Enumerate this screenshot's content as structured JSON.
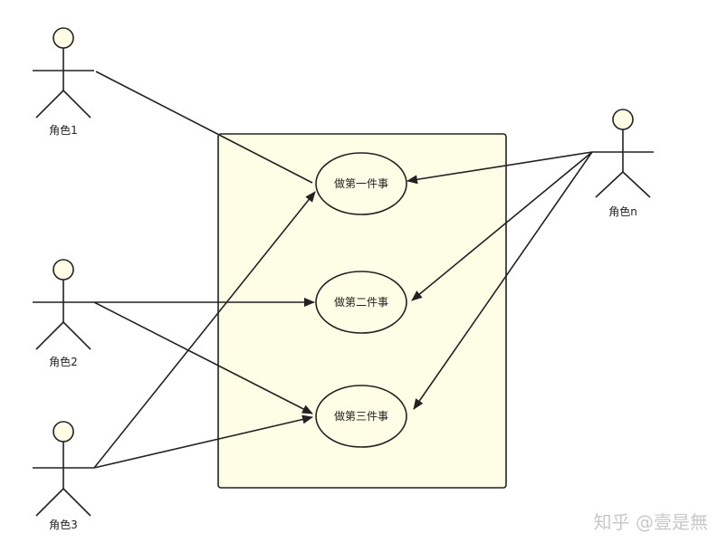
{
  "diagram": {
    "actors": [
      {
        "id": "a1",
        "label": "角色1"
      },
      {
        "id": "a2",
        "label": "角色2"
      },
      {
        "id": "a3",
        "label": "角色3"
      },
      {
        "id": "an",
        "label": "角色n"
      }
    ],
    "use_cases": [
      {
        "id": "u1",
        "label": "做第一件事"
      },
      {
        "id": "u2",
        "label": "做第二件事"
      },
      {
        "id": "u3",
        "label": "做第三件事"
      }
    ],
    "associations": [
      {
        "from": "a1",
        "to": "u1",
        "arrow": false
      },
      {
        "from": "a2",
        "to": "u2",
        "arrow": true
      },
      {
        "from": "a2",
        "to": "u3",
        "arrow": true
      },
      {
        "from": "a3",
        "to": "u1",
        "arrow": true
      },
      {
        "from": "a3",
        "to": "u3",
        "arrow": true
      },
      {
        "from": "an",
        "to": "u1",
        "arrow": true
      },
      {
        "from": "an",
        "to": "u2",
        "arrow": true
      },
      {
        "from": "an",
        "to": "u3",
        "arrow": true
      }
    ],
    "colors": {
      "system_fill": "#fefee6",
      "head_fill": "#fefee6",
      "stroke": "#222222"
    }
  },
  "watermark": "知乎 @壹是無"
}
